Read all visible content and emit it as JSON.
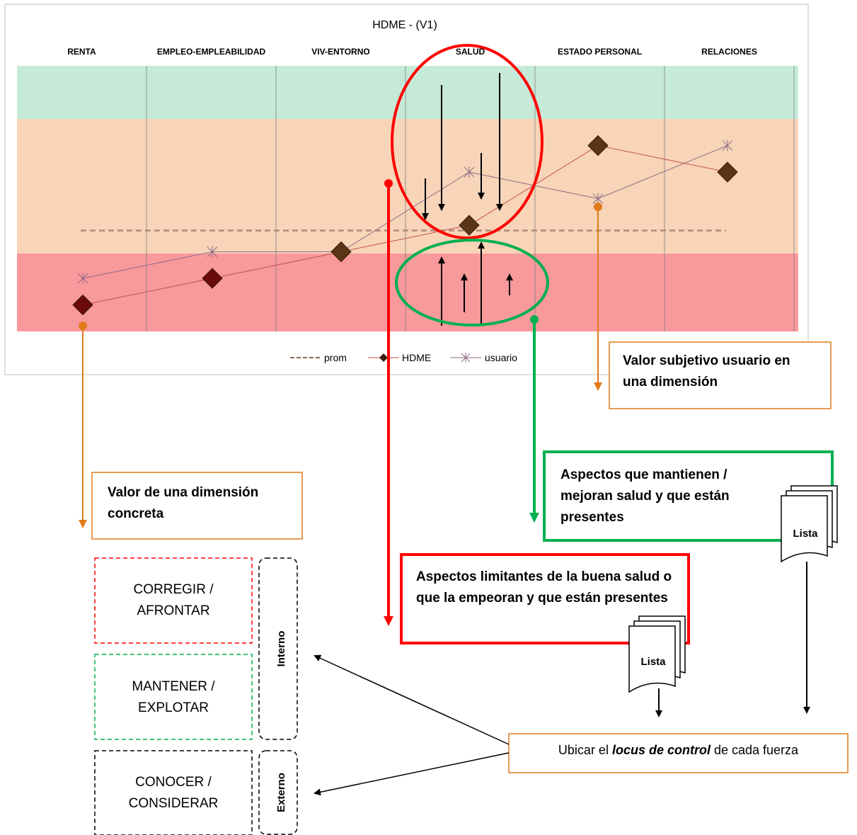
{
  "chart": {
    "title": "HDME - (V1)",
    "categories": [
      "RENTA",
      "EMPLEO-EMPLEABILIDAD",
      "VIV-ENTORNO",
      "SALUD",
      "ESTADO PERSONAL",
      "RELACIONES"
    ],
    "legend": [
      "prom",
      "HDME",
      "usuario"
    ],
    "colors": {
      "green_band": "#c6ead8",
      "orange_band": "#f8d4b8",
      "red_band": "#f8999c",
      "hdme": "#5a3516",
      "hdme_line": "#c0504d",
      "usuario": "#8e6a86",
      "prom": "#b08a74"
    }
  },
  "chart_data": {
    "type": "line",
    "title": "HDME - (V1)",
    "categories": [
      "RENTA",
      "EMPLEO-EMPLEABILIDAD",
      "VIV-ENTORNO",
      "SALUD",
      "ESTADO PERSONAL",
      "RELACIONES"
    ],
    "series": [
      {
        "name": "prom",
        "values": [
          0.38,
          0.38,
          0.38,
          0.38,
          0.38,
          0.38
        ]
      },
      {
        "name": "HDME",
        "values": [
          0.1,
          0.2,
          0.3,
          0.4,
          0.7,
          0.6
        ]
      },
      {
        "name": "usuario",
        "values": [
          0.2,
          0.3,
          0.3,
          0.6,
          0.5,
          0.7
        ]
      }
    ],
    "legend": "bottom-center"
  },
  "annotations": {
    "valor_subjetivo": "Valor subjetivo usuario en una dimensión",
    "valor_dimension": "Valor de una dimensión concreta",
    "aspectos_mantienen": "Aspectos que mantienen / mejoran salud y que están presentes",
    "aspectos_limitantes": "Aspectos limitantes de la buena salud o que la empeoran y que están presentes",
    "lista": "Lista",
    "ubicar_prefix": "Ubicar el ",
    "ubicar_emph": "locus de control",
    "ubicar_suffix": " de cada fuerza"
  },
  "actions": {
    "corregir": "CORREGIR / AFRONTAR",
    "mantener": "MANTENER / EXPLOTAR",
    "conocer": "CONOCER / CONSIDERAR",
    "interno": "Interno",
    "externo": "Externo"
  }
}
